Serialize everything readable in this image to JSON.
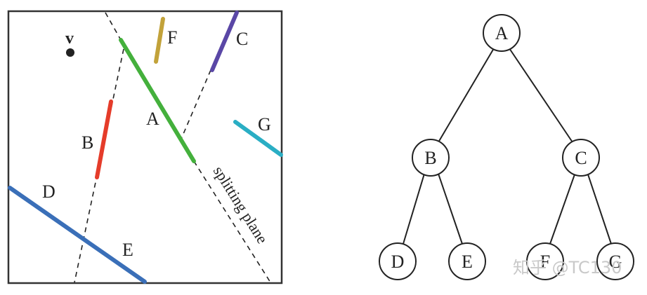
{
  "scene": {
    "point_label": "v",
    "plane_label": "splitting plane",
    "segments": [
      {
        "label": "A",
        "color": "#44b03c"
      },
      {
        "label": "B",
        "color": "#e53c2a"
      },
      {
        "label": "C",
        "color": "#5a47a6"
      },
      {
        "label": "D",
        "color": "#3a6fb8"
      },
      {
        "label": "E",
        "color": "#3a6fb8"
      },
      {
        "label": "F",
        "color": "#c2a23a"
      },
      {
        "label": "G",
        "color": "#2aaec4"
      }
    ]
  },
  "tree": {
    "nodes": [
      {
        "id": "A",
        "label": "A"
      },
      {
        "id": "B",
        "label": "B"
      },
      {
        "id": "C",
        "label": "C"
      },
      {
        "id": "D",
        "label": "D"
      },
      {
        "id": "E",
        "label": "E"
      },
      {
        "id": "F",
        "label": "F"
      },
      {
        "id": "G",
        "label": "G"
      }
    ],
    "edges": [
      [
        "A",
        "B"
      ],
      [
        "A",
        "C"
      ],
      [
        "B",
        "D"
      ],
      [
        "B",
        "E"
      ],
      [
        "C",
        "F"
      ],
      [
        "C",
        "G"
      ]
    ]
  },
  "watermark": "知乎 @TC130"
}
